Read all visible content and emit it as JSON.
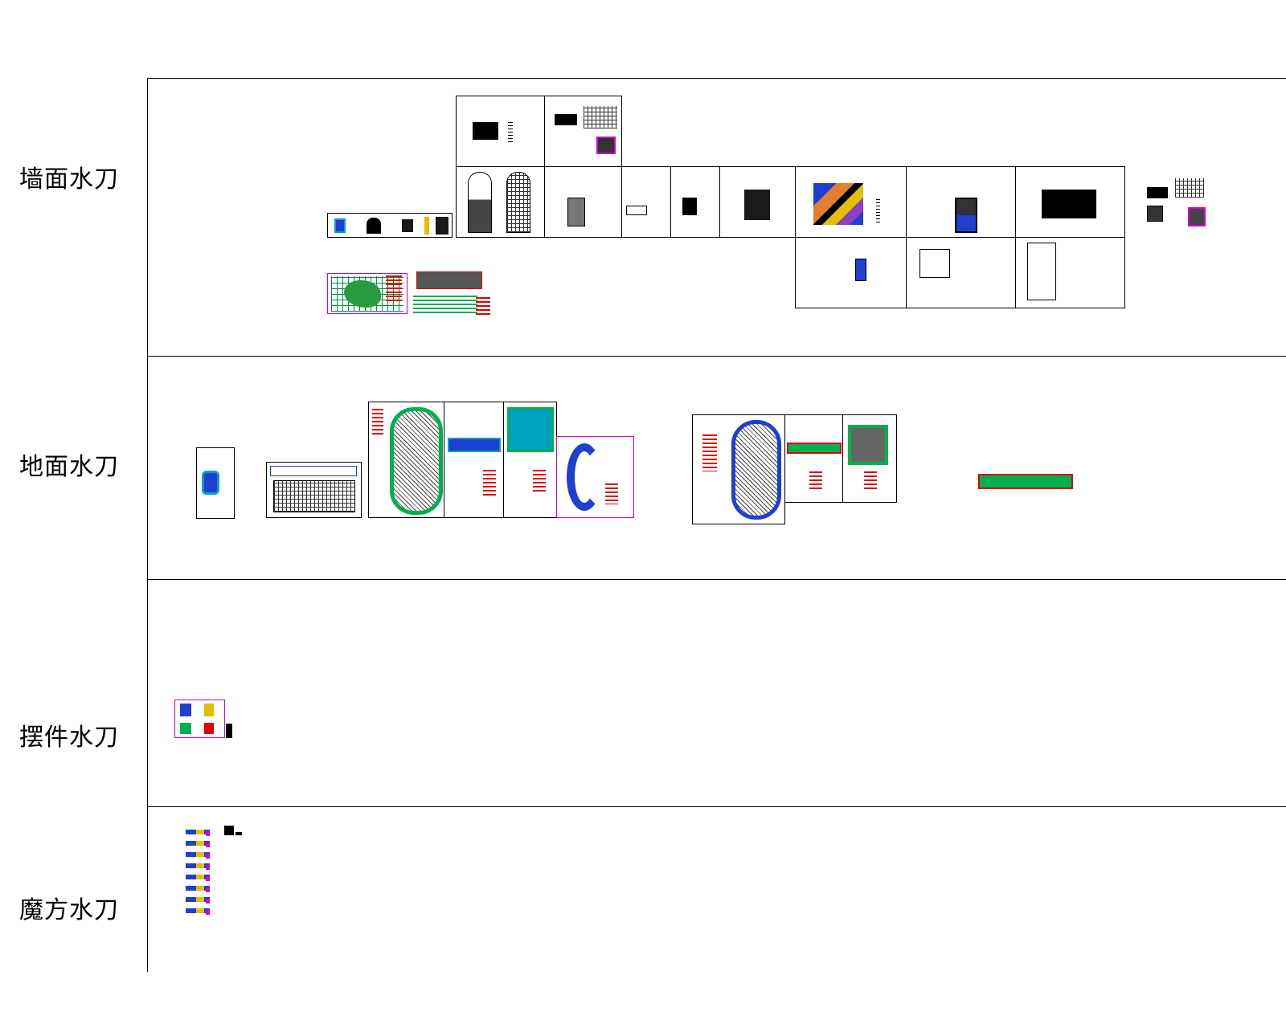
{
  "categories": [
    {
      "id": "wall",
      "label": "墙面水刀"
    },
    {
      "id": "floor",
      "label": "地面水刀"
    },
    {
      "id": "ornament",
      "label": "摆件水刀"
    },
    {
      "id": "cube",
      "label": "魔方水刀"
    }
  ],
  "colors": {
    "line": "#000000",
    "cad_red": "#e00000",
    "cad_green": "#00b050",
    "cad_blue": "#1f3fd0",
    "cad_magenta": "#d000d0",
    "cad_cyan": "#00a0c0"
  }
}
